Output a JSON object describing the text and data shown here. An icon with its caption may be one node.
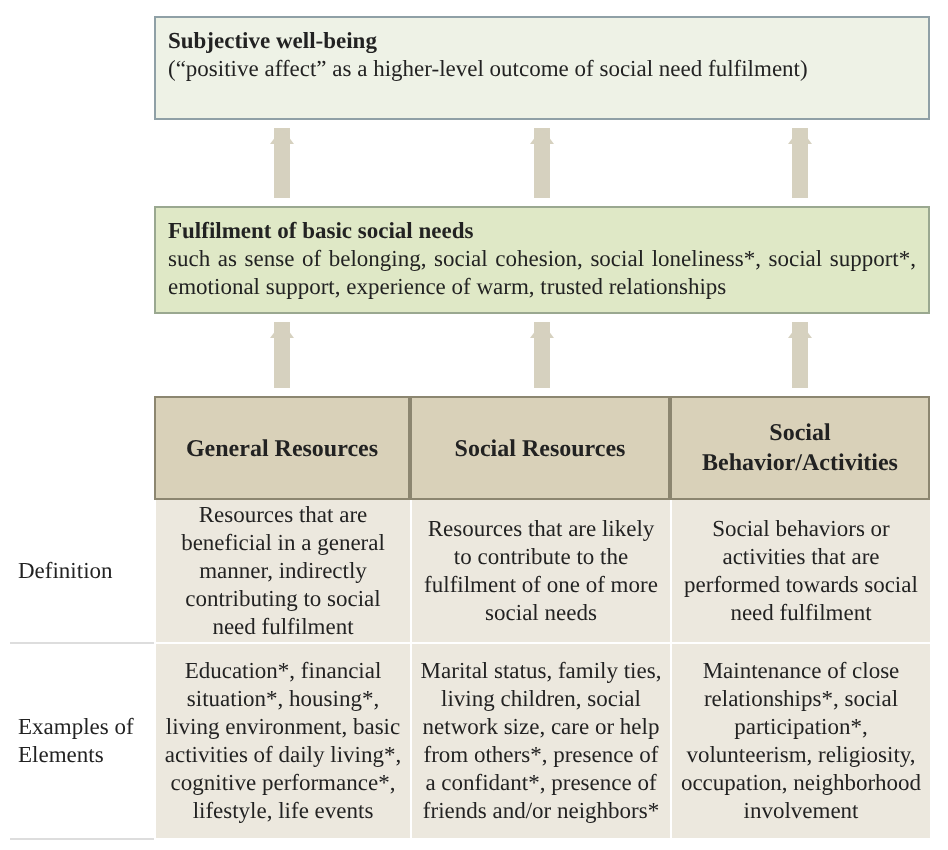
{
  "diagram": {
    "nodes": [
      {
        "text": [
          "Subjective well-being",
          "(“positive affect” as a higher-level outcome of social need fulfilment)"
        ]
      },
      {
        "text": [
          "Fulfilment of basic social needs",
          "such as sense of belonging, social cohesion, social loneliness*, social support*, emotional support, experience of warm, trusted relationships"
        ]
      },
      {
        "text": [
          "General Resources"
        ]
      },
      {
        "text": [
          "Social Resources"
        ]
      },
      {
        "text": [
          "Social Behavior/Activities"
        ]
      }
    ],
    "edges": [
      {
        "from": 2,
        "to": 1,
        "arrow": "to"
      },
      {
        "from": 3,
        "to": 1,
        "arrow": "to"
      },
      {
        "from": 4,
        "to": 1,
        "arrow": "to"
      },
      {
        "from": 1,
        "to": 0,
        "arrow": "to"
      },
      {
        "from": 1,
        "to": 0,
        "arrow": "to"
      },
      {
        "from": 1,
        "to": 0,
        "arrow": "to"
      }
    ],
    "labels": [
      "Definition",
      "Resources that are beneficial in a general manner, indirectly contributing to social need fulfilment",
      "Resources that are likely to contribute to the fulfilment of one of more social needs",
      "Social behaviors or activities that are performed towards social need fulfilment",
      "Examples of Elements",
      "Education*, financial situation*, housing*, living environment, basic activities of daily living*, cognitive performance*, lifestyle, life events",
      "Marital status, family ties, living children, social network size, care or help from others*, presence of a confidant*, presence of friends and/or neighbors*",
      "Maintenance of close relationships*, social participation*, volunteerism, religiosity, occupation, neighborhood involvement"
    ]
  }
}
